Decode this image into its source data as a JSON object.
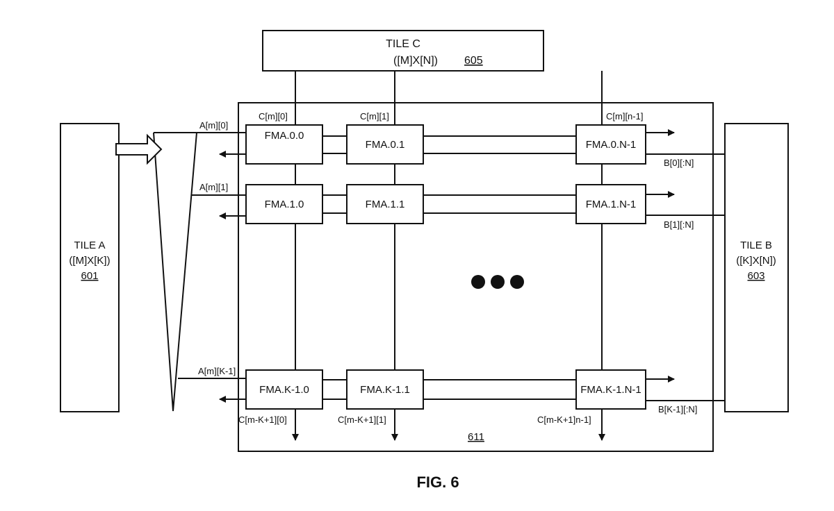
{
  "figure_label": "FIG. 6",
  "tile_c": {
    "title": "TILE C",
    "dims": "([M]X[N])",
    "ref": "605"
  },
  "tile_a": {
    "title": "TILE A",
    "dims": "([M]X[K])",
    "ref": "601"
  },
  "tile_b": {
    "title": "TILE B",
    "dims": "([K]X[N])",
    "ref": "603"
  },
  "array_ref": "611",
  "fma": {
    "r0c0": "FMA.0.0",
    "r0c1": "FMA.0.1",
    "r0c2": "FMA.0.N-1",
    "r1c0": "FMA.1.0",
    "r1c1": "FMA.1.1",
    "r1c2": "FMA.1.N-1",
    "r2c0": "FMA.K-1.0",
    "r2c1": "FMA.K-1.1",
    "r2c2": "FMA.K-1.N-1"
  },
  "c_inputs": [
    "C[m][0]",
    "C[m][1]",
    "C[m][n-1]"
  ],
  "c_outputs": [
    "C[m-K+1][0]",
    "C[m-K+1][1]",
    "C[m-K+1]n-1]"
  ],
  "a_inputs": [
    "A[m][0]",
    "A[m][1]",
    "A[m][K-1]"
  ],
  "b_inputs": [
    "B[0][:N]",
    "B[1][:N]",
    "B[K-1][:N]"
  ]
}
